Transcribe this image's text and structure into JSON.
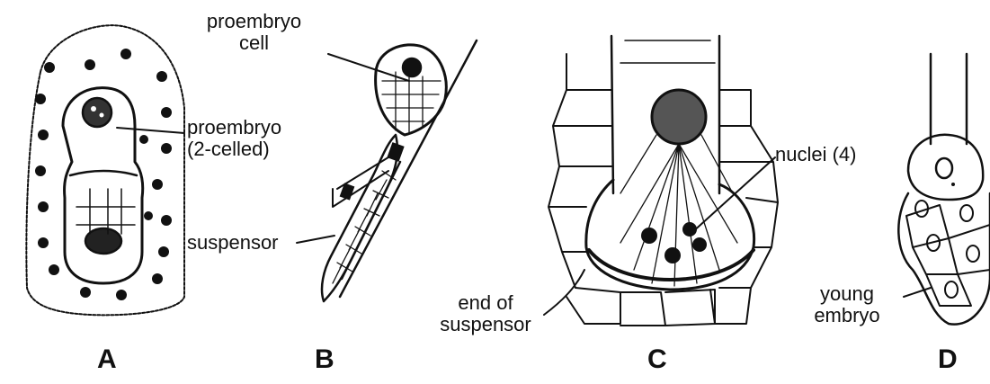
{
  "figure": {
    "panels": [
      {
        "id": "A",
        "letter": "A"
      },
      {
        "id": "B",
        "letter": "B"
      },
      {
        "id": "C",
        "letter": "C"
      },
      {
        "id": "D",
        "letter": "D"
      }
    ],
    "labels": {
      "proembryo_cell": [
        "proembryo",
        "cell"
      ],
      "proembryo_2celled": [
        "proembryo",
        "(2-celled)"
      ],
      "suspensor_b": "suspensor",
      "nuclei": "nuclei (4)",
      "end_of_suspensor": [
        "end of",
        "suspensor"
      ],
      "young_embryo": [
        "young",
        "embryo"
      ]
    }
  }
}
